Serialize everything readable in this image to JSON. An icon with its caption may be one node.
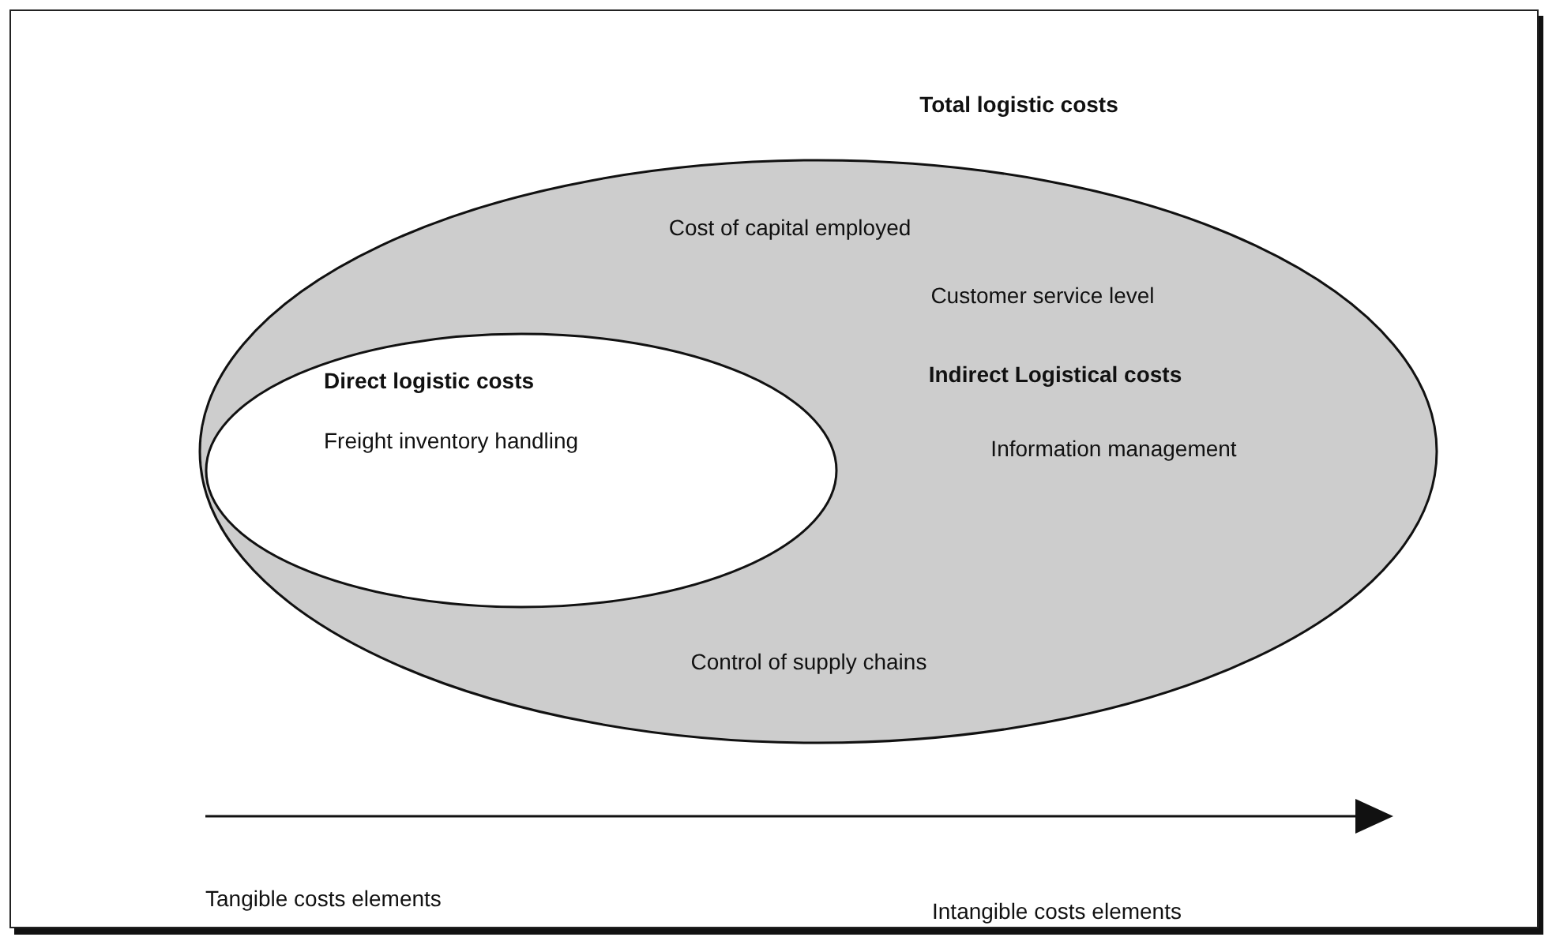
{
  "diagram": {
    "title": "Total logistic costs",
    "nodes": [
      {
        "text": [
          "Cost of capital employed",
          "Customer service level",
          "Indirect Logistical costs",
          "Information management",
          "Control of supply chains"
        ]
      },
      {
        "text": [
          "Direct logistic costs",
          "Freight inventory handling"
        ],
        "in": 0
      }
    ],
    "labels": [
      "Tangible costs elements",
      "Intangible costs elements"
    ]
  }
}
